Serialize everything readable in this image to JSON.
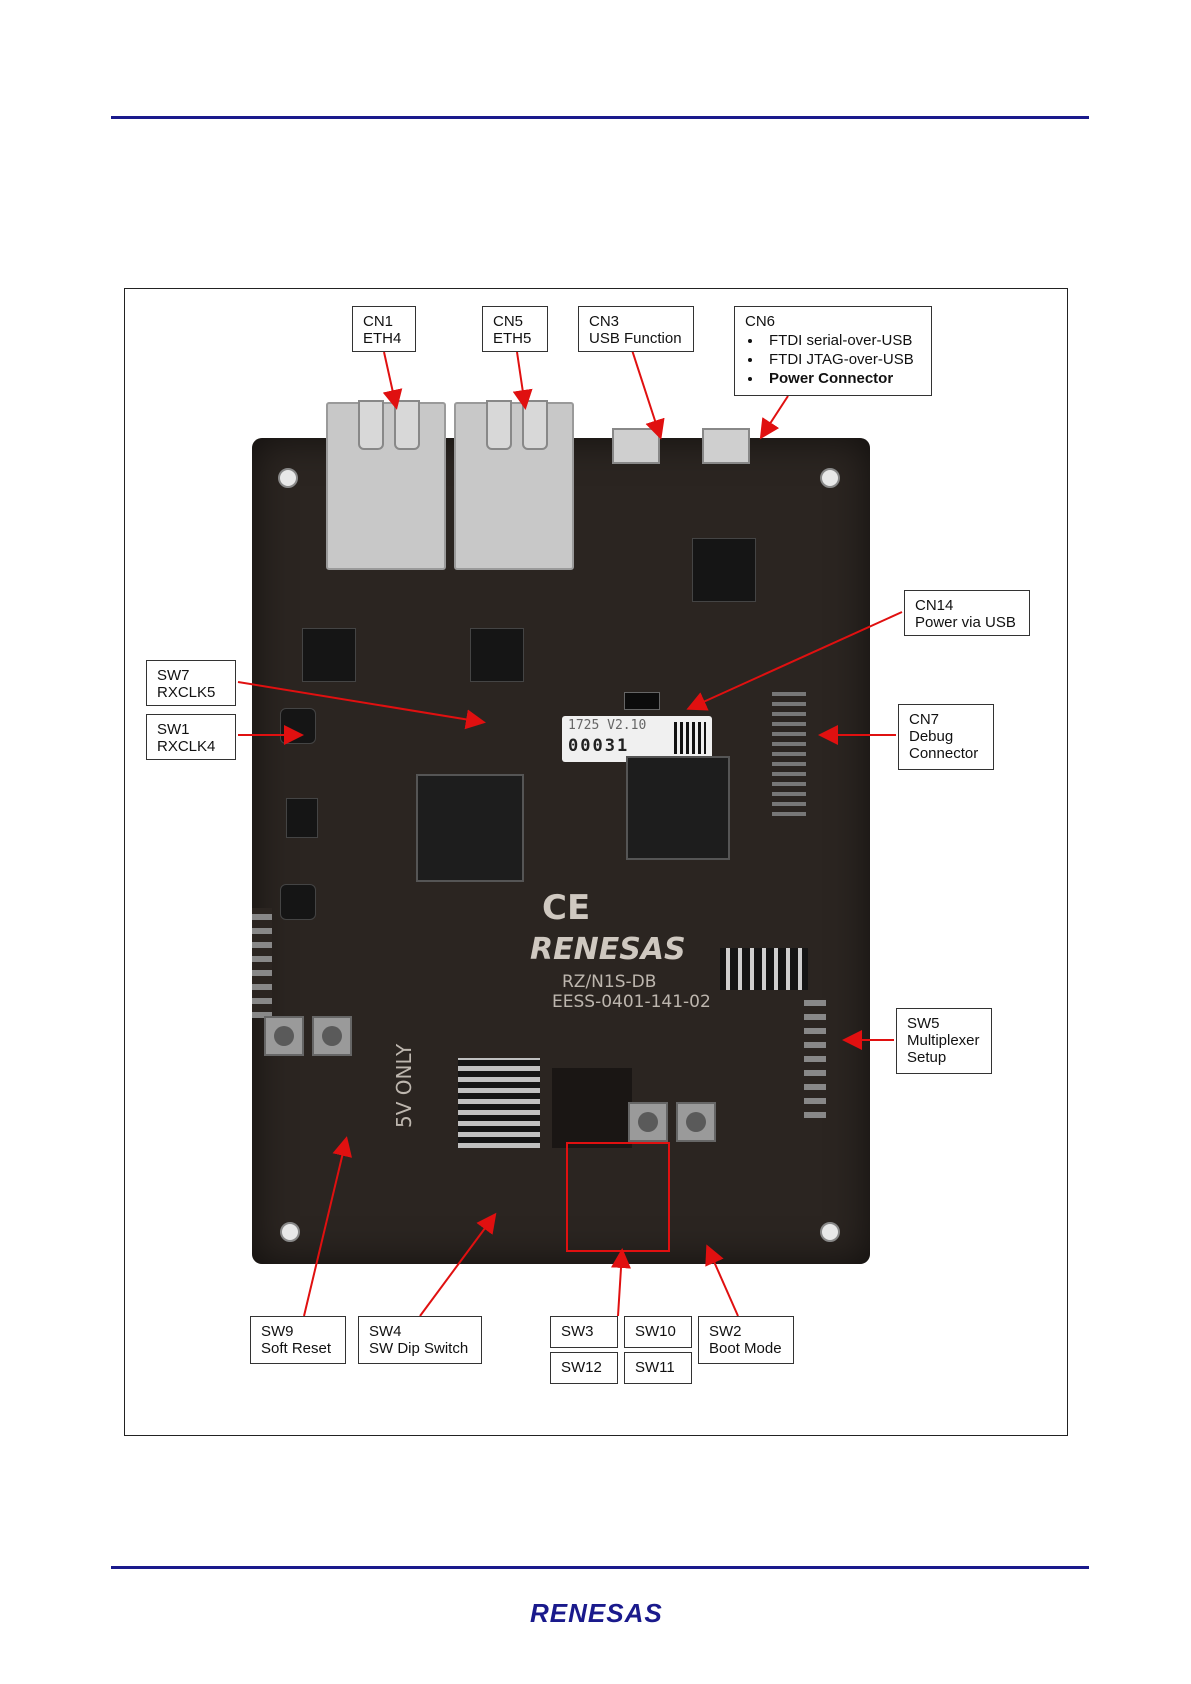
{
  "labels": {
    "cn1": {
      "id": "CN1",
      "desc": "ETH4"
    },
    "cn5": {
      "id": "CN5",
      "desc": "ETH5"
    },
    "cn3": {
      "id": "CN3",
      "desc": "USB Function"
    },
    "cn6": {
      "id": "CN6",
      "bullets": [
        "FTDI serial-over-USB",
        "FTDI JTAG-over-USB",
        "Power Connector"
      ]
    },
    "cn14": {
      "id": "CN14",
      "desc": "Power via USB"
    },
    "sw7": {
      "id": "SW7",
      "desc": "RXCLK5"
    },
    "sw1": {
      "id": "SW1",
      "desc": "RXCLK4"
    },
    "cn7": {
      "id": "CN7",
      "desc1": "Debug",
      "desc2": "Connector"
    },
    "sw5": {
      "id": "SW5",
      "desc1": "Multiplexer",
      "desc2": "Setup"
    },
    "sw9": {
      "id": "SW9",
      "desc": "Soft Reset"
    },
    "sw4": {
      "id": "SW4",
      "desc": "SW Dip Switch"
    },
    "sw3": {
      "id": "SW3"
    },
    "sw10": {
      "id": "SW10"
    },
    "sw12": {
      "id": "SW12"
    },
    "sw11": {
      "id": "SW11"
    },
    "sw2": {
      "id": "SW2",
      "desc": "Boot Mode"
    }
  },
  "board": {
    "sticker_top": "1725 V2.10",
    "sticker_serial": "00031",
    "brand": "RENESAS",
    "model": "RZ/N1S-DB",
    "part": "EESS-0401-141-02",
    "ce": "CE",
    "sv_only": "5V ONLY"
  },
  "footer": {
    "logo": "RENESAS"
  },
  "colors": {
    "rule": "#1a1a8c",
    "arrow": "#e01010"
  }
}
